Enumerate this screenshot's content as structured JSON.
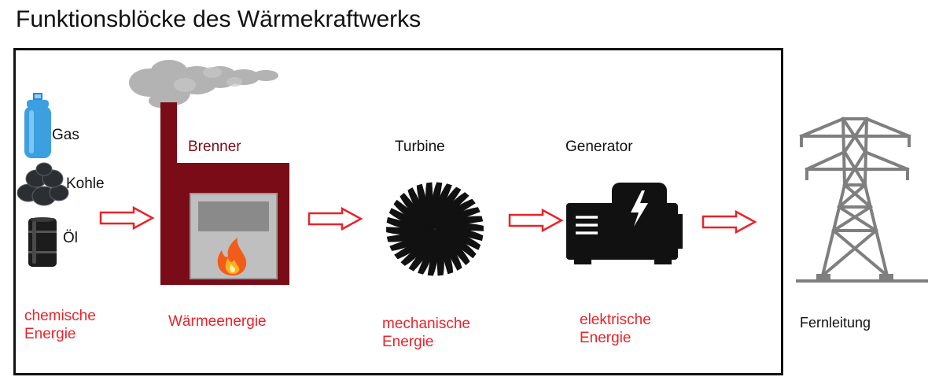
{
  "title": "Funktionsblöcke des Wärmekraftwerks",
  "fuels": {
    "gas": "Gas",
    "kohle": "Kohle",
    "oel": "Öl"
  },
  "components": {
    "brenner": "Brenner",
    "turbine": "Turbine",
    "generator": "Generator"
  },
  "energies": {
    "chemische": "chemische Energie",
    "waerme": "Wärmeenergie",
    "mechanische": "mechanische Energie",
    "elektrische": "elektrische Energie"
  },
  "fernleitung": "Fernleitung",
  "colors": {
    "energy_text": "#e8232a",
    "arrow": "#e8232a",
    "plant": "#7a0c18",
    "gas_cylinder": "#3b9fe0"
  }
}
